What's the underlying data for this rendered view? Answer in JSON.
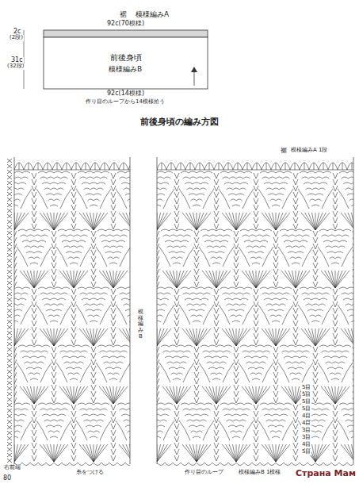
{
  "diagram": {
    "title": "前後身頃の編み方図",
    "nodes": [
      {
        "text": [
          "裾",
          "模様編みA"
        ]
      },
      {
        "text": [
          "前後身頃",
          "模様編みB"
        ]
      }
    ],
    "labels": [
      "2c",
      "(2段)",
      "31c",
      "(32段)",
      "92c(70模様)",
      "92c(14模様)",
      "作り目のループから14模様拾う",
      "裾",
      "模様編みA 1段",
      "模様編みB",
      "5目",
      "5目",
      "5目",
      "5目",
      "4目",
      "4目",
      "3目",
      "3目",
      "4目",
      "5目",
      "右前端",
      "糸をつける",
      "作り目のループ",
      "模様編みB 1模様",
      "80",
      "Страна Мам"
    ]
  }
}
